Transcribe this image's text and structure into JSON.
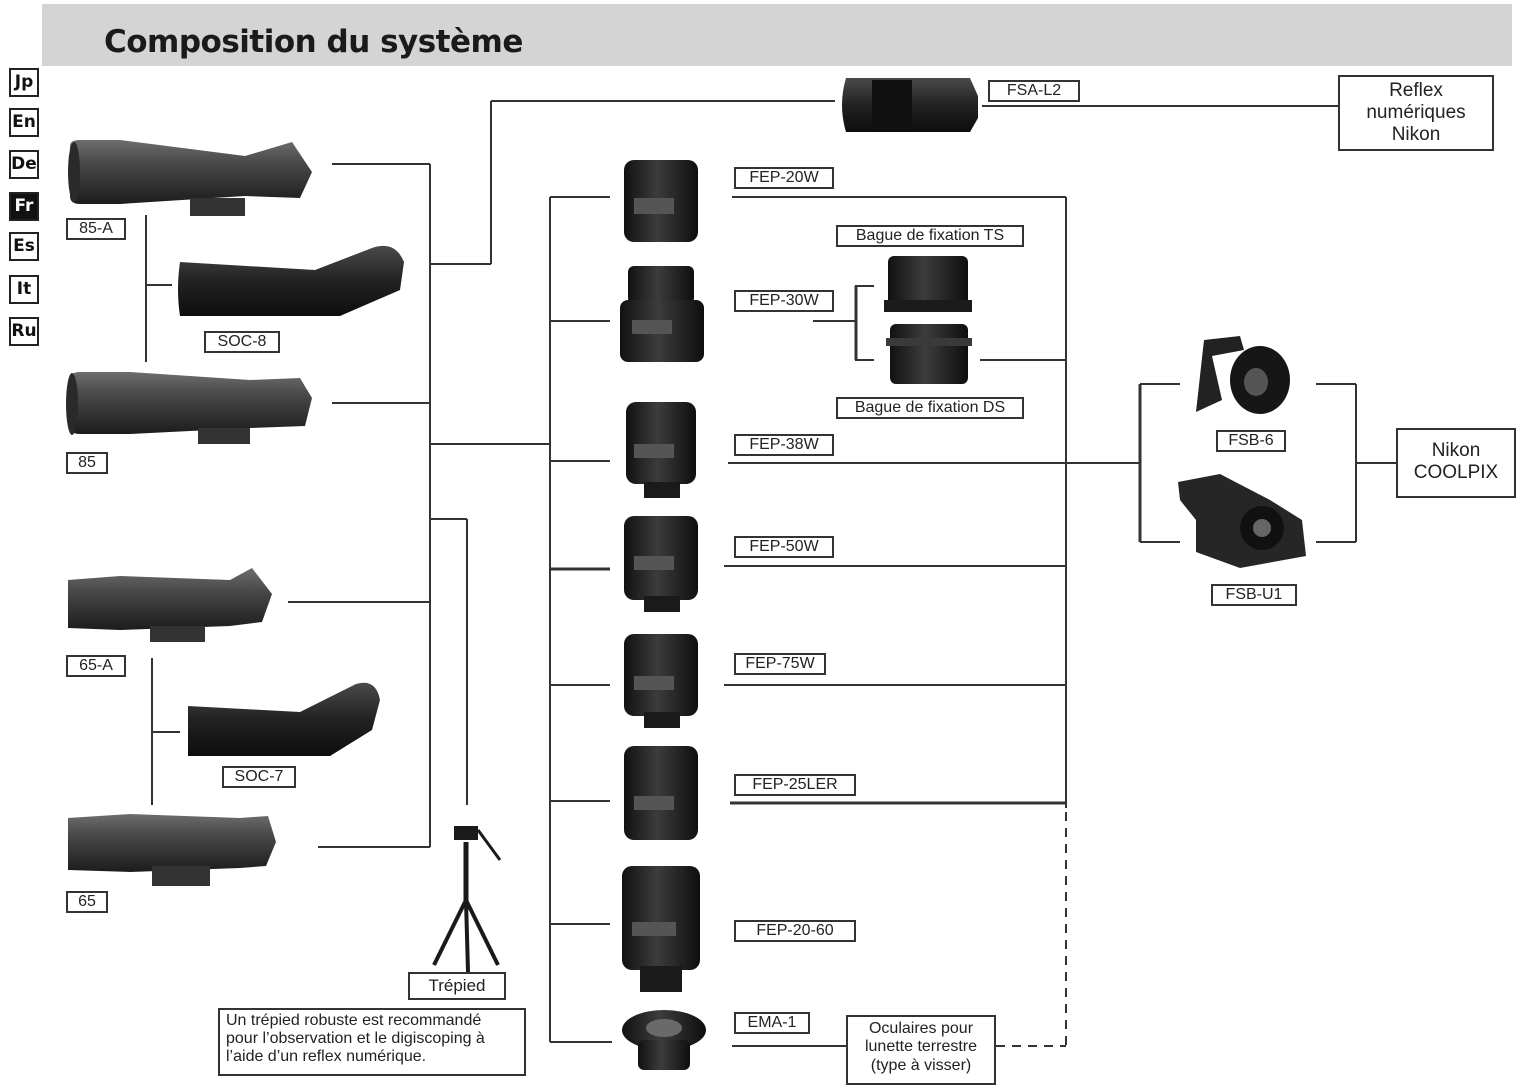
{
  "header": {
    "title": "Composition du système"
  },
  "languages": [
    {
      "code": "Jp",
      "active": false
    },
    {
      "code": "En",
      "active": false
    },
    {
      "code": "De",
      "active": false
    },
    {
      "code": "Fr",
      "active": true
    },
    {
      "code": "Es",
      "active": false
    },
    {
      "code": "It",
      "active": false
    },
    {
      "code": "Ru",
      "active": false
    }
  ],
  "scopes": {
    "s85a": "85-A",
    "soc8": "SOC-8",
    "s85": "85",
    "s65a": "65-A",
    "soc7": "SOC-7",
    "s65": "65"
  },
  "adapters": {
    "fsal2": "FSA-L2",
    "fsb6": "FSB-6",
    "fsbu1": "FSB-U1"
  },
  "eyepieces": {
    "fep20w": "FEP-20W",
    "fep30w": "FEP-30W",
    "fep38w": "FEP-38W",
    "fep50w": "FEP-50W",
    "fep75w": "FEP-75W",
    "fep25ler": "FEP-25LER",
    "fep2060": "FEP-20-60",
    "ema1": "EMA-1"
  },
  "rings": {
    "ts": "Bague de fixation TS",
    "ds": "Bague de fixation DS"
  },
  "cameras": {
    "reflex": [
      "Reflex",
      "numériques",
      "Nikon"
    ],
    "coolpix": [
      "Nikon",
      "COOLPIX"
    ]
  },
  "tripod": {
    "label": "Trépied",
    "note": [
      "Un trépied robuste est recommandé",
      "pour l’observation et le digiscoping à",
      "l’aide d’un reflex numérique."
    ]
  },
  "terrestrial": [
    "Oculaires pour",
    "lunette terrestre",
    "(type à visser)"
  ]
}
